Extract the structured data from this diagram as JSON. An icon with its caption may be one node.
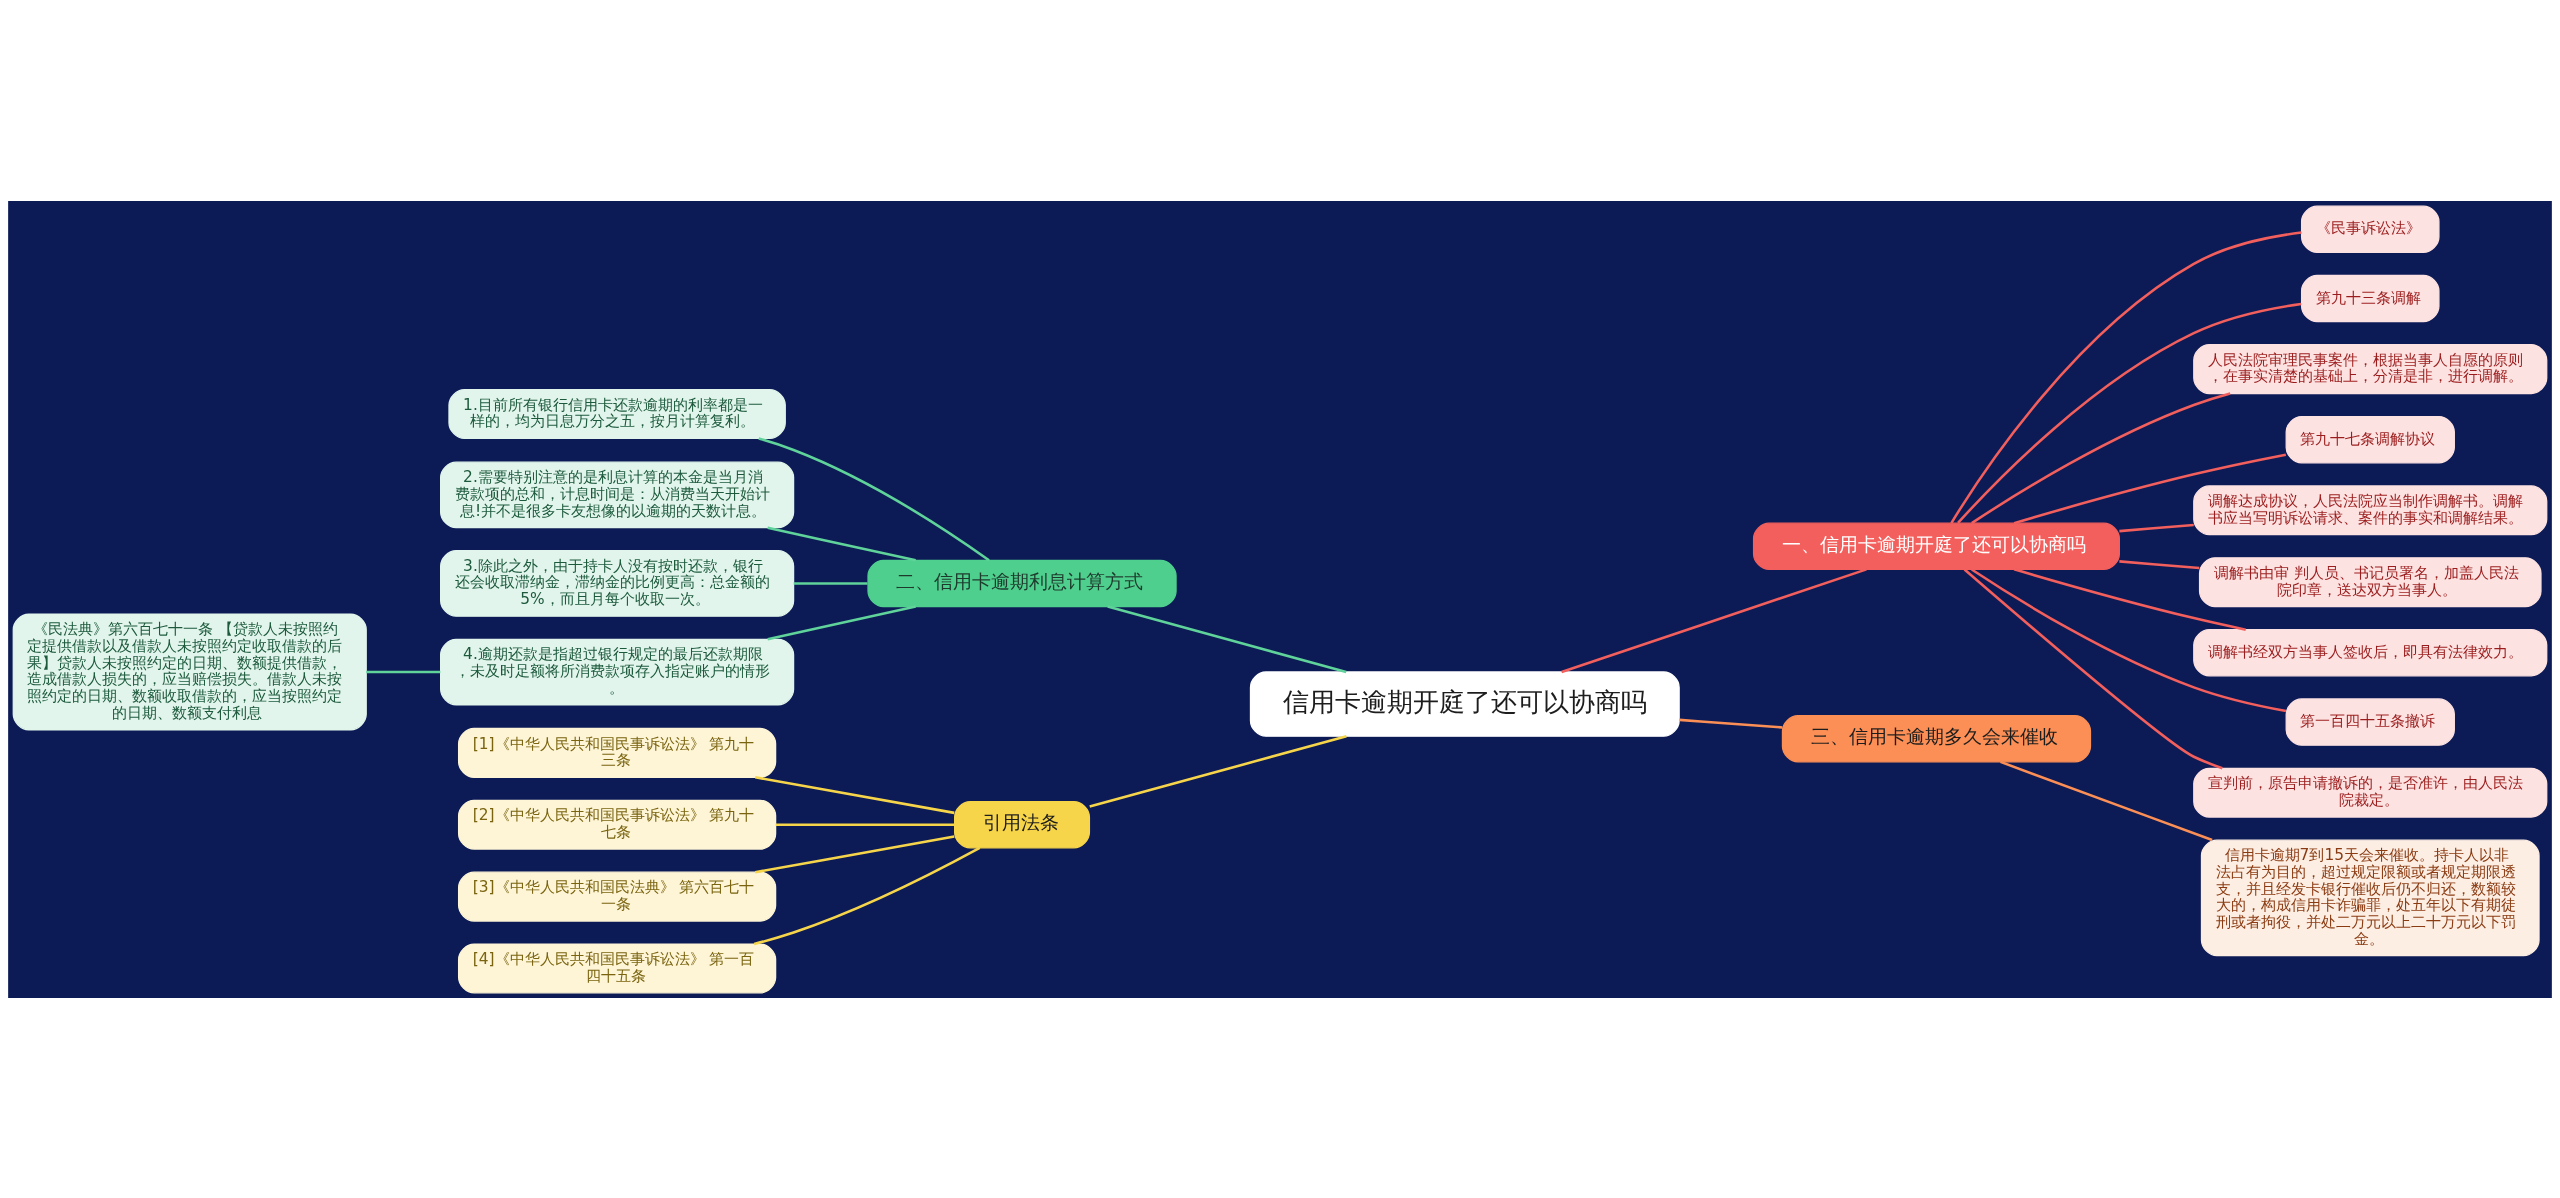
{
  "diagram": {
    "nodes": [
      {
        "text": [
          "信用卡逾期开庭了还可以协商吗"
        ]
      },
      {
        "text": [
          "一、信用卡逾期开庭了还可以协商吗"
        ]
      },
      {
        "text": [
          "《民事诉讼法》"
        ]
      },
      {
        "text": [
          "第九十三条调解"
        ]
      },
      {
        "text": [
          "人民法院审理民事案件，根据当事人自愿的原则，在事实清楚的基础上，分清是非，进行调解。"
        ]
      },
      {
        "text": [
          "第九十七条调解协议"
        ]
      },
      {
        "text": [
          "调解达成协议，人民法院应当制作调解书。调解书应当写明诉讼请求、案件的事实和调解结果。"
        ]
      },
      {
        "text": [
          "调解书由审 判人员、书记员署名，加盖人民法院印章，送达双方当事人。"
        ]
      },
      {
        "text": [
          "调解书经双方当事人签收后，即具有法律效力。"
        ]
      },
      {
        "text": [
          "第一百四十五条撤诉"
        ]
      },
      {
        "text": [
          "宣判前，原告申请撤诉的，是否准许，由人民法院裁定。"
        ]
      },
      {
        "text": [
          "二、信用卡逾期利息计算方式"
        ]
      },
      {
        "text": [
          "1.目前所有银行信用卡还款逾期的利率都是一样的，均为日息万分之五，按月计算复利。"
        ]
      },
      {
        "text": [
          "2.需要特别注意的是利息计算的本金是当月消费款项的总和，计息时间是：从消费当天开始计息!并不是很多卡友想像的以逾期的天数计息。"
        ]
      },
      {
        "text": [
          "3.除此之外，由于持卡人没有按时还款，银行还会收取滞纳金，滞纳金的比例更高：总金额的5%，而且月每个收取一次。"
        ]
      },
      {
        "text": [
          "4.逾期还款是指超过银行规定的最后还款期限，未及时足额将所消费款项存入指定账户的情形。"
        ]
      },
      {
        "text": [
          "《民法典》第六百七十一条 【贷款人未按照约定提供借款以及借款人未按照约定收取借款的后果】贷款人未按照约定的日期、数额提供借款，造成借款人损失的，应当赔偿损失。借款人未按照约定的日期、数额收取借款的，应当按照约定的日期、数额支付利息"
        ]
      },
      {
        "text": [
          "三、信用卡逾期多久会来催收"
        ]
      },
      {
        "text": [
          "信用卡逾期7到15天会来催收。持卡人以非法占有为目的，超过规定限额或者规定期限透支，并且经发卡银行催收后仍不归还，数额较大的，构成信用卡诈骗罪，处五年以下有期徒刑或者拘役，并处二万元以上二十万元以下罚金。"
        ]
      },
      {
        "text": [
          "引用法条"
        ]
      },
      {
        "text": [
          "[1]《中华人民共和国民事诉讼法》 第九十三条"
        ]
      },
      {
        "text": [
          "[2]《中华人民共和国民事诉讼法》 第九十七条"
        ]
      },
      {
        "text": [
          "[3]《中华人民共和国民法典》 第六百七十一条"
        ]
      },
      {
        "text": [
          "[4]《中华人民共和国民事诉讼法》 第一百四十五条"
        ]
      }
    ],
    "edges": [
      {
        "from": 0,
        "to": 1,
        "arrow": "none"
      },
      {
        "from": 1,
        "to": 2,
        "arrow": "none"
      },
      {
        "from": 1,
        "to": 3,
        "arrow": "none"
      },
      {
        "from": 1,
        "to": 4,
        "arrow": "none"
      },
      {
        "from": 1,
        "to": 5,
        "arrow": "none"
      },
      {
        "from": 1,
        "to": 6,
        "arrow": "none"
      },
      {
        "from": 1,
        "to": 7,
        "arrow": "none"
      },
      {
        "from": 1,
        "to": 8,
        "arrow": "none"
      },
      {
        "from": 1,
        "to": 9,
        "arrow": "none"
      },
      {
        "from": 1,
        "to": 10,
        "arrow": "none"
      },
      {
        "from": 0,
        "to": 11,
        "arrow": "none",
        "color": "#5fd39a"
      },
      {
        "from": 11,
        "to": 12,
        "arrow": "none",
        "color": "#5fd39a"
      },
      {
        "from": 11,
        "to": 13,
        "arrow": "none",
        "color": "#5fd39a"
      },
      {
        "from": 11,
        "to": 14,
        "arrow": "none",
        "color": "#5fd39a"
      },
      {
        "from": 11,
        "to": 15,
        "arrow": "none",
        "color": "#5fd39a"
      },
      {
        "from": 15,
        "to": 16,
        "arrow": "none",
        "color": "#5fd39a"
      },
      {
        "from": 0,
        "to": 17,
        "arrow": "none",
        "color": "#fb8f55"
      },
      {
        "from": 17,
        "to": 18,
        "arrow": "none",
        "color": "#fb8f55"
      },
      {
        "from": 0,
        "to": 19,
        "arrow": "none",
        "color": "#f7d54a"
      },
      {
        "from": 19,
        "to": 20,
        "arrow": "none",
        "color": "#f7d54a"
      },
      {
        "from": 19,
        "to": 21,
        "arrow": "none",
        "color": "#f7d54a"
      },
      {
        "from": 19,
        "to": 22,
        "arrow": "none",
        "color": "#f7d54a"
      },
      {
        "from": 19,
        "to": 23,
        "arrow": "none",
        "color": "#f7d54a"
      }
    ]
  }
}
